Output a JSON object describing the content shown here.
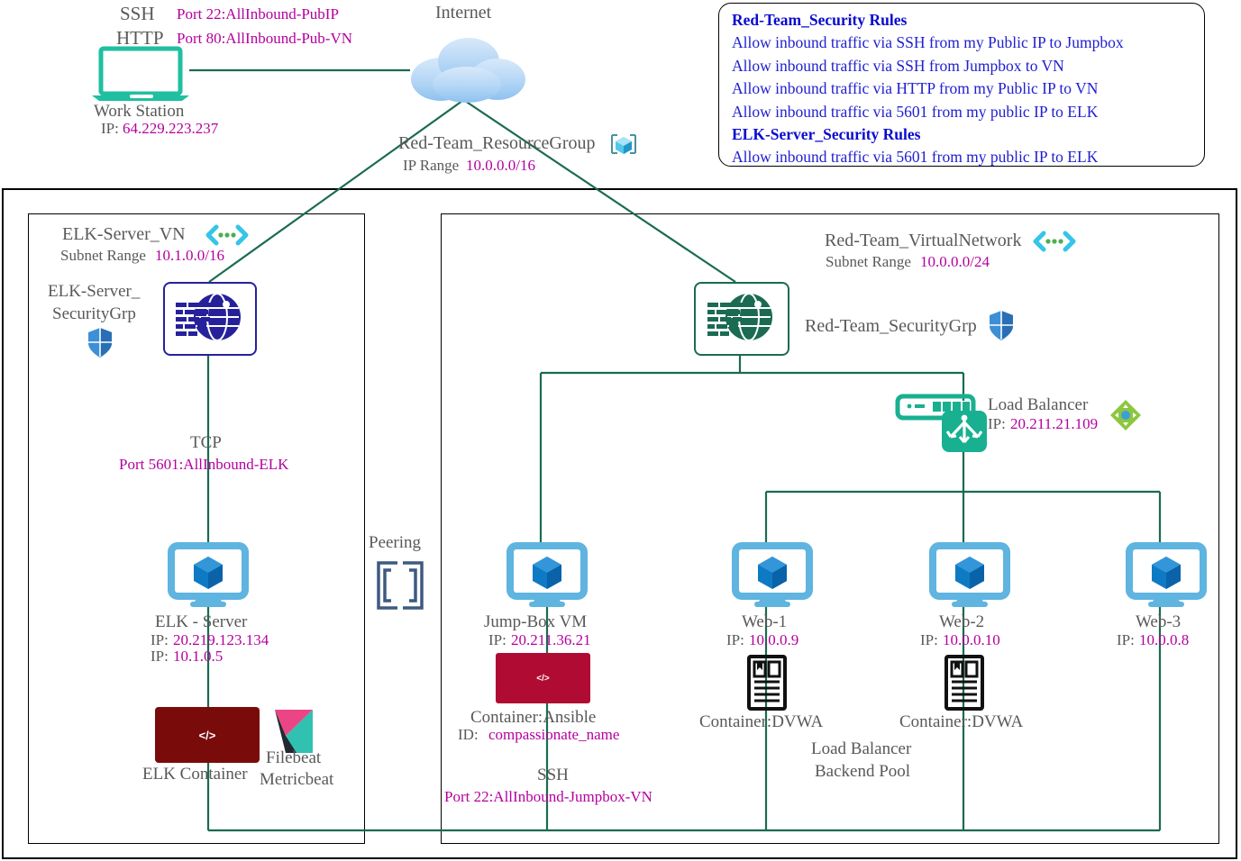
{
  "diagram": {
    "title": "Azure Red Team Network Topology",
    "colors": {
      "label_gray": "#595959",
      "magenta": "#b4009e",
      "blue_rule": "#1f1fd0",
      "line_green": "#1a6b52",
      "vm_blue": "#5fb4e0",
      "cube_blue": "#0f7ac4",
      "teal": "#18b090",
      "elk_container_red": "#7a0b0b",
      "ansible_container_red": "#b00b33",
      "fw_blue": "#26219b",
      "fw_green": "#1a6b52"
    }
  },
  "workstation": {
    "protocol_ssh": "SSH",
    "ssh_rule": "Port 22:AllInbound-PubIP",
    "protocol_http": "HTTP",
    "http_rule": "Port 80:AllInbound-Pub-VN",
    "name": "Work Station",
    "ip_label": "IP:",
    "ip": "64.229.223.237"
  },
  "internet": {
    "label": "Internet"
  },
  "resource_group": {
    "name": "Red-Team_ResourceGroup",
    "ip_range_label": "IP Range",
    "ip_range": "10.0.0.0/16",
    "icon": "resource-group-cube-icon"
  },
  "security_rules": {
    "groups": [
      {
        "title": "Red-Team_Security Rules",
        "rules": [
          "Allow inbound traffic via SSH from my Public IP to Jumpbox",
          "Allow inbound traffic via SSH from Jumpbox to VN",
          "Allow inbound traffic via HTTP from my Public IP to VN",
          "Allow inbound traffic via 5601 from my public IP to ELK"
        ]
      },
      {
        "title": "ELK-Server_Security Rules",
        "rules": [
          "Allow inbound traffic via 5601 from my public IP to ELK"
        ]
      }
    ]
  },
  "elk_vn": {
    "name": "ELK-Server_VN",
    "subnet_label": "Subnet Range",
    "subnet": "10.1.0.0/16",
    "security_group_line1": "ELK-Server_",
    "security_group_line2": "SecurityGrp",
    "connection": {
      "protocol": "TCP",
      "rule": "Port 5601:AllInbound-ELK"
    },
    "server": {
      "name": "ELK - Server",
      "ip_label": "IP:",
      "public_ip": "20.219.123.134",
      "private_ip": "10.1.0.5"
    },
    "container": {
      "label": "ELK Container",
      "glyph": "</>"
    },
    "beats": {
      "line1": "Filebeat",
      "line2": "Metricbeat",
      "icon": "kibana-logo-icon"
    }
  },
  "peering": {
    "label": "Peering",
    "icon": "peering-brackets-icon"
  },
  "red_team_vn": {
    "name": "Red-Team_VirtualNetwork",
    "subnet_label": "Subnet Range",
    "subnet": "10.0.0.0/24",
    "security_group": "Red-Team_SecurityGrp"
  },
  "load_balancer": {
    "name": "Load Balancer",
    "ip_label": "IP:",
    "ip": "20.211.21.109",
    "backend_pool_line1": "Load Balancer",
    "backend_pool_line2": "Backend Pool"
  },
  "jumpbox": {
    "name": "Jump-Box VM",
    "ip_label": "IP:",
    "ip": "20.211.36.21",
    "container": {
      "label": "Container:Ansible",
      "id_label": "ID:",
      "id": "compassionate_name",
      "glyph": "</>"
    },
    "connection": {
      "protocol": "SSH",
      "rule": "Port 22:AllInbound-Jumpbox-VN"
    }
  },
  "web_servers": [
    {
      "name": "Web-1",
      "ip_label": "IP:",
      "ip": "10.0.0.9",
      "container": "Container:DVWA"
    },
    {
      "name": "Web-2",
      "ip_label": "IP:",
      "ip": "10.0.0.10",
      "container": "Container:DVWA"
    },
    {
      "name": "Web-3",
      "ip_label": "IP:",
      "ip": "10.0.0.8",
      "container": ""
    }
  ]
}
